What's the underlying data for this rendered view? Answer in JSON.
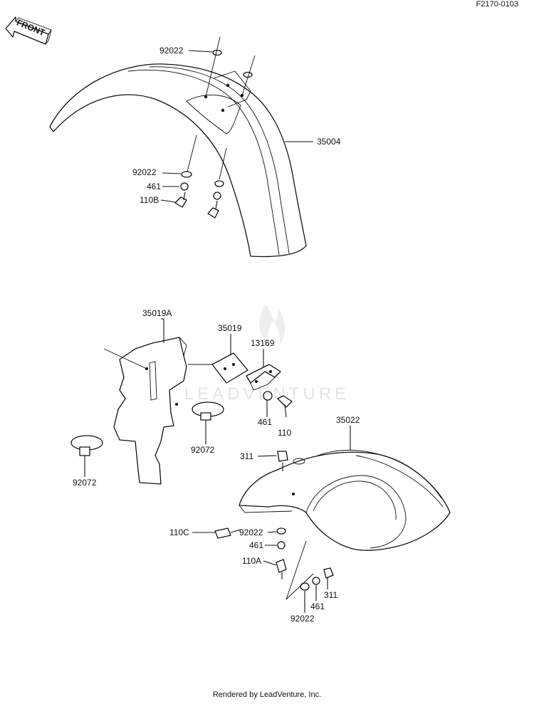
{
  "diagram_id": "F2170-0103",
  "front_label": "FRONT",
  "watermark": "LEADVENTURE",
  "footer": "Rendered by LeadVenture, Inc.",
  "callouts": [
    {
      "id": "92022-top",
      "text": "92022"
    },
    {
      "id": "35004",
      "text": "35004"
    },
    {
      "id": "92022-mid",
      "text": "92022"
    },
    {
      "id": "461-top",
      "text": "461"
    },
    {
      "id": "110B",
      "text": "110B"
    },
    {
      "id": "35019A",
      "text": "35019A"
    },
    {
      "id": "35019",
      "text": "35019"
    },
    {
      "id": "13169",
      "text": "13169"
    },
    {
      "id": "461-mid",
      "text": "461"
    },
    {
      "id": "110",
      "text": "110"
    },
    {
      "id": "35022",
      "text": "35022"
    },
    {
      "id": "311-top",
      "text": "311"
    },
    {
      "id": "92072-right",
      "text": "92072"
    },
    {
      "id": "92072-left",
      "text": "92072"
    },
    {
      "id": "110C",
      "text": "110C"
    },
    {
      "id": "92022-low",
      "text": "92022"
    },
    {
      "id": "461-low",
      "text": "461"
    },
    {
      "id": "110A",
      "text": "110A"
    },
    {
      "id": "311-low",
      "text": "311"
    },
    {
      "id": "461-bottom",
      "text": "461"
    },
    {
      "id": "92022-bottom",
      "text": "92022"
    }
  ]
}
